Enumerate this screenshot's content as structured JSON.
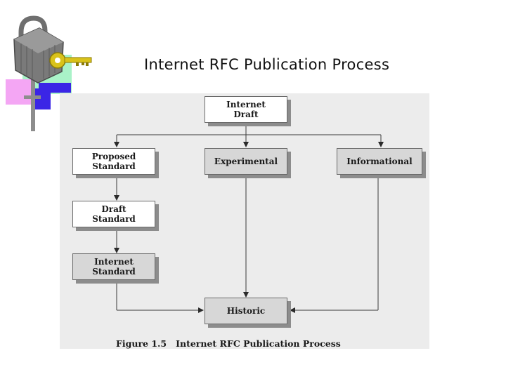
{
  "slide": {
    "title": "Internet RFC Publication Process",
    "logo_icon": "padlock-key-logo"
  },
  "diagram": {
    "caption": "Figure 1.5   Internet RFC Publication Process",
    "nodes": {
      "internet_draft": "Internet\nDraft",
      "proposed_standard": "Proposed\nStandard",
      "experimental": "Experimental",
      "informational": "Informational",
      "draft_standard": "Draft\nStandard",
      "internet_standard": "Internet\nStandard",
      "historic": "Historic"
    },
    "edges": [
      [
        "internet_draft",
        "proposed_standard"
      ],
      [
        "internet_draft",
        "experimental"
      ],
      [
        "internet_draft",
        "informational"
      ],
      [
        "proposed_standard",
        "draft_standard"
      ],
      [
        "draft_standard",
        "internet_standard"
      ],
      [
        "internet_standard",
        "historic"
      ],
      [
        "experimental",
        "historic"
      ],
      [
        "informational",
        "historic"
      ]
    ]
  }
}
